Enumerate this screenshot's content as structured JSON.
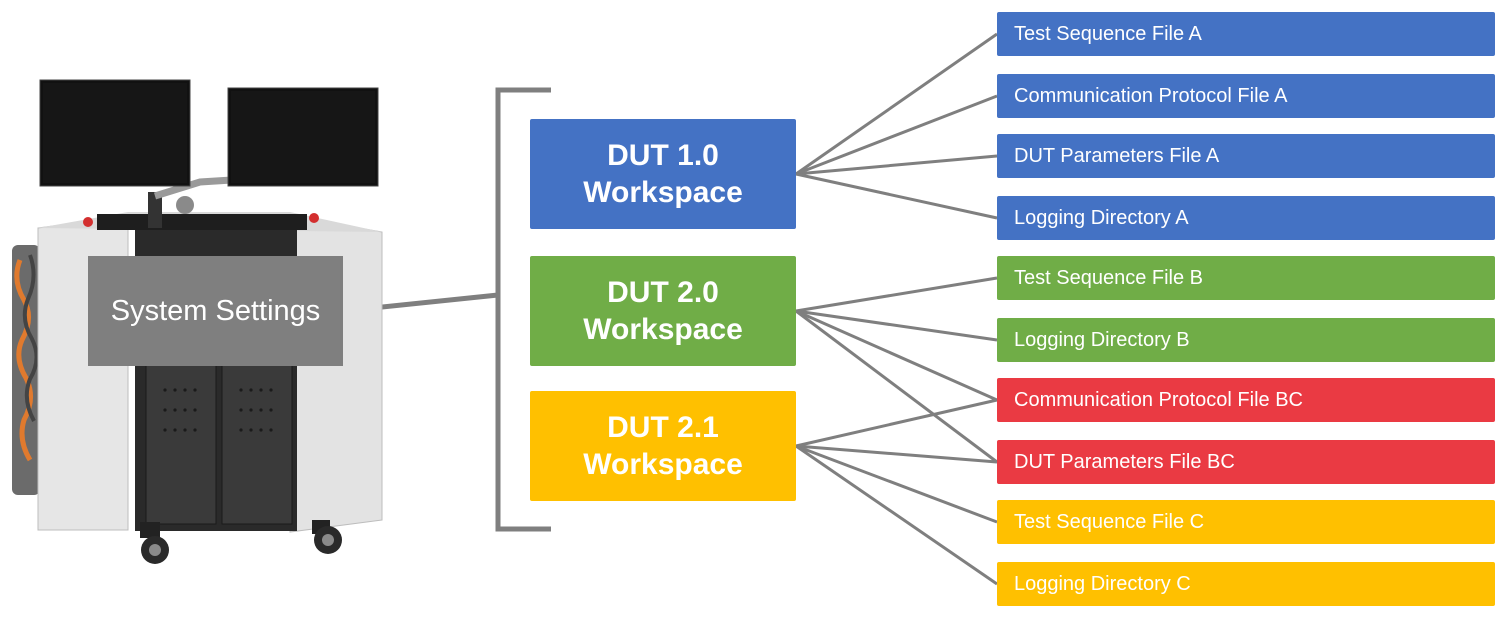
{
  "system": {
    "label": "System Settings"
  },
  "workspaces": [
    {
      "id": "ws1",
      "label": "DUT 1.0 Workspace",
      "color": "#4472c4"
    },
    {
      "id": "ws2",
      "label": "DUT 2.0 Workspace",
      "color": "#70ad47"
    },
    {
      "id": "ws3",
      "label": "DUT 2.1 Workspace",
      "color": "#ffc000"
    }
  ],
  "files": [
    {
      "id": "f0",
      "label": "Test Sequence File A",
      "color": "#4472c4"
    },
    {
      "id": "f1",
      "label": "Communication Protocol File A",
      "color": "#4472c4"
    },
    {
      "id": "f2",
      "label": "DUT Parameters File A",
      "color": "#4472c4"
    },
    {
      "id": "f3",
      "label": "Logging Directory A",
      "color": "#4472c4"
    },
    {
      "id": "f4",
      "label": "Test Sequence File B",
      "color": "#70ad47"
    },
    {
      "id": "f5",
      "label": "Logging Directory B",
      "color": "#70ad47"
    },
    {
      "id": "f6",
      "label": "Communication Protocol File BC",
      "color": "#ea3a43"
    },
    {
      "id": "f7",
      "label": "DUT Parameters File BC",
      "color": "#ea3a43"
    },
    {
      "id": "f8",
      "label": "Test Sequence File C",
      "color": "#ffc000"
    },
    {
      "id": "f9",
      "label": "Logging Directory C",
      "color": "#ffc000"
    }
  ],
  "links": [
    [
      "ws1",
      "f0"
    ],
    [
      "ws1",
      "f1"
    ],
    [
      "ws1",
      "f2"
    ],
    [
      "ws1",
      "f3"
    ],
    [
      "ws2",
      "f4"
    ],
    [
      "ws2",
      "f5"
    ],
    [
      "ws2",
      "f6"
    ],
    [
      "ws2",
      "f7"
    ],
    [
      "ws3",
      "f6"
    ],
    [
      "ws3",
      "f7"
    ],
    [
      "ws3",
      "f8"
    ],
    [
      "ws3",
      "f9"
    ]
  ],
  "connector_color": "#7f7f7f"
}
